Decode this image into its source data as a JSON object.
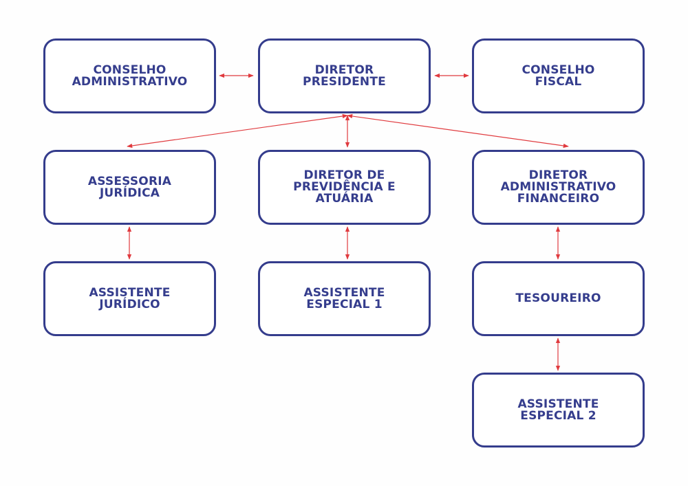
{
  "diagram": {
    "nodes": {
      "conselho_administrativo": {
        "label": "CONSELHO\nADMINISTRATIVO"
      },
      "diretor_presidente": {
        "label": "DIRETOR\nPRESIDENTE"
      },
      "conselho_fiscal": {
        "label": "CONSELHO\nFISCAL"
      },
      "assessoria_juridica": {
        "label": "ASSESSORIA\nJURÍDICA"
      },
      "diretor_previdencia": {
        "label": "DIRETOR DE\nPREVIDÊNCIA E\nATUÁRIA"
      },
      "diretor_administrativo": {
        "label": "DIRETOR\nADMINISTRATIVO\nFINANCEIRO"
      },
      "assistente_juridico": {
        "label": "ASSISTENTE\nJURÍDICO"
      },
      "assistente_especial_1": {
        "label": "ASSISTENTE\nESPECIAL 1"
      },
      "tesoureiro": {
        "label": "TESOUREIRO"
      },
      "assistente_especial_2": {
        "label": "ASSISTENTE\nESPECIAL 2"
      }
    },
    "colors": {
      "node_border": "#343c8c",
      "node_text": "#353d8d",
      "connector": "#e03a3e"
    }
  }
}
